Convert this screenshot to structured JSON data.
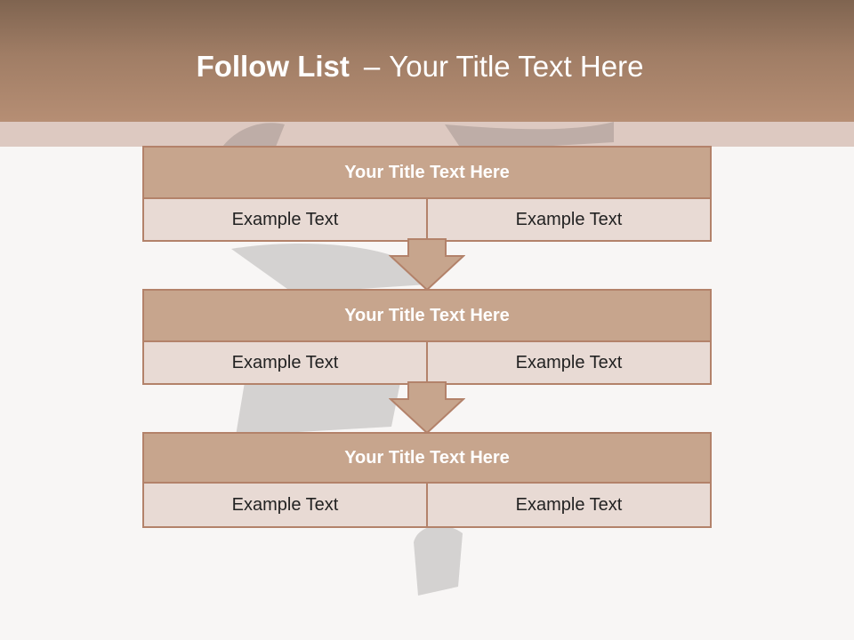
{
  "slide": {
    "title_bold": "Follow List",
    "title_separator": "–",
    "title_rest": "Your Title Text Here"
  },
  "steps": [
    {
      "title": "Your Title Text Here",
      "left": "Example Text",
      "right": "Example Text"
    },
    {
      "title": "Your Title Text Here",
      "left": "Example Text",
      "right": "Example Text"
    },
    {
      "title": "Your Title Text Here",
      "left": "Example Text",
      "right": "Example Text"
    }
  ],
  "colors": {
    "header": "#a07d65",
    "box_title": "#c7a58d",
    "box_cell": "#e8dad4",
    "border": "#b3826a"
  }
}
